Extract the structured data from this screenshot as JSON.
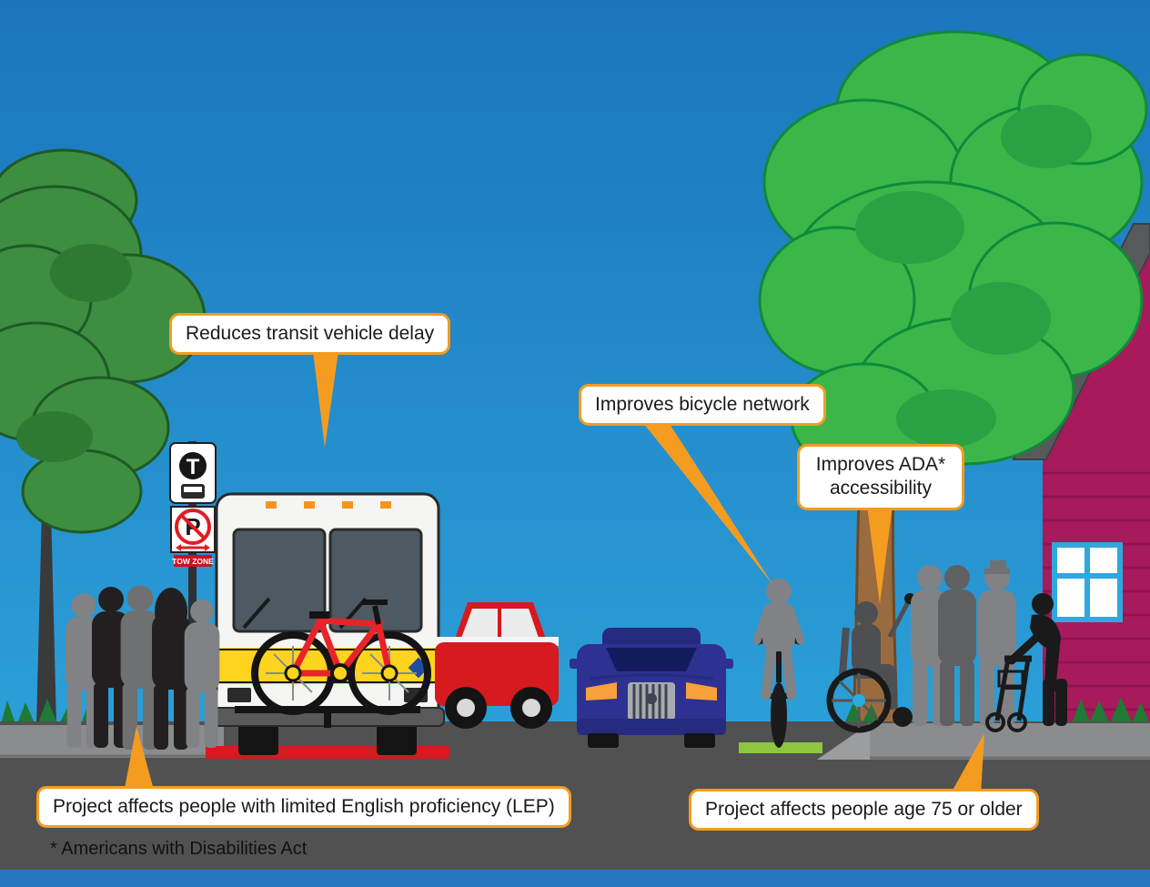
{
  "illustration": {
    "description": "Street cross-section infographic showing transit, bicycle and accessibility project impacts",
    "colors": {
      "sky_top": "#1B75BC",
      "sky_bottom": "#2FA8DE",
      "road": "#515151",
      "sidewalk": "#8A8C8F",
      "callout_border": "#F49C20",
      "callout_bg": "#FFFFFF",
      "house": "#A71A5B",
      "roof": "#58595B",
      "tree_green": "#3CB649",
      "bus_stripe_yellow": "#FFD41F",
      "bike_lane_green": "#8DC63F",
      "curb_red": "#D71920"
    }
  },
  "callouts": {
    "transit": "Reduces transit vehicle delay",
    "bicycle": "Improves bicycle network",
    "ada_line1": "Improves ADA*",
    "ada_line2": "accessibility",
    "lep": "Project affects people with limited English proficiency (LEP)",
    "age75": "Project affects people age 75 or older"
  },
  "footnote": "* Americans with Disabilities Act",
  "bus_stop_sign": {
    "t_logo": "T",
    "no_parking_letter": "P",
    "tow_zone": "TOW ZONE"
  }
}
